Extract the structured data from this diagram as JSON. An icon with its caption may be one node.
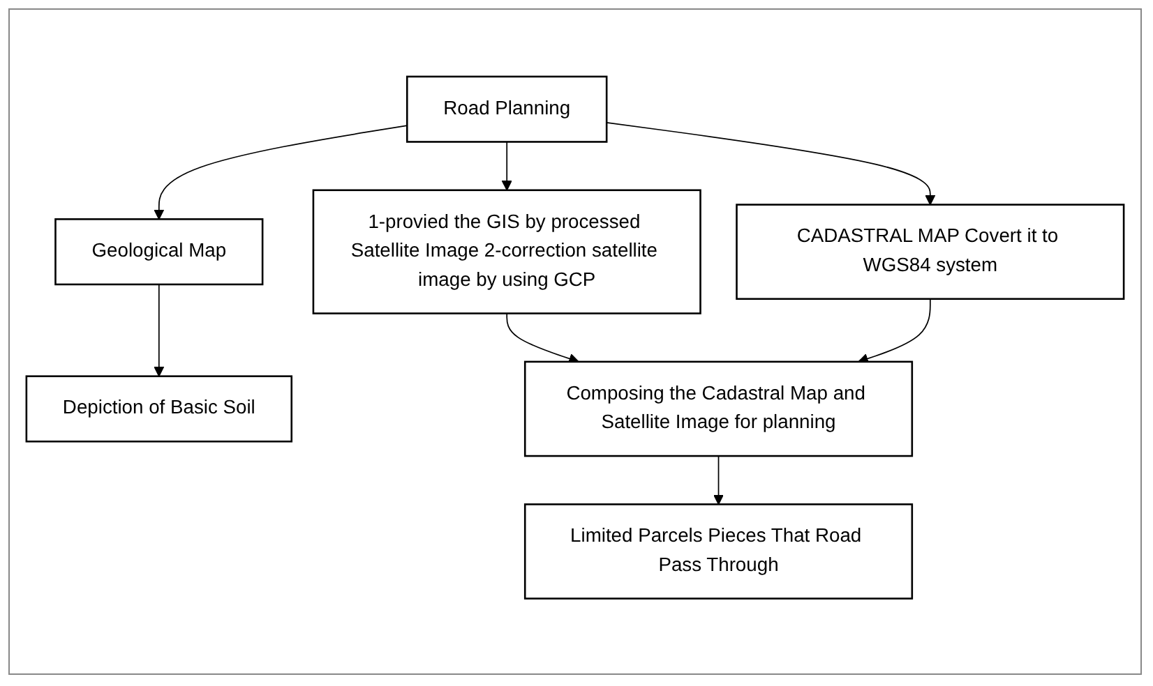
{
  "diagram": {
    "nodes": [
      {
        "text": [
          "Road Planning"
        ]
      },
      {
        "text": [
          "Geological Map"
        ]
      },
      {
        "text": [
          "1-provied the GIS by processed Satellite Image 2-correction satellite image by using GCP"
        ]
      },
      {
        "text": [
          "CADASTRAL MAP Covert it to WGS84 system"
        ]
      },
      {
        "text": [
          "Depiction of Basic Soil"
        ]
      },
      {
        "text": [
          "Composing the Cadastral Map and Satellite Image for planning"
        ]
      },
      {
        "text": [
          "Limited Parcels Pieces That Road Pass Through"
        ]
      }
    ],
    "edges": [
      {
        "from": 0,
        "to": 1,
        "arrow": "to"
      },
      {
        "from": 0,
        "to": 2,
        "arrow": "to"
      },
      {
        "from": 0,
        "to": 3,
        "arrow": "to"
      },
      {
        "from": 1,
        "to": 4,
        "arrow": "to"
      },
      {
        "from": 2,
        "to": 5,
        "arrow": "to"
      },
      {
        "from": 3,
        "to": 5,
        "arrow": "to"
      },
      {
        "from": 5,
        "to": 6,
        "arrow": "to"
      }
    ]
  }
}
